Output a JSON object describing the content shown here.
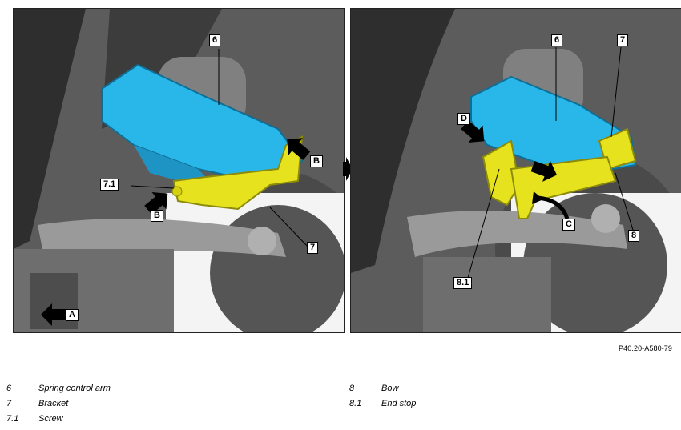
{
  "figure_code": "P40.20-A580-79",
  "callouts": {
    "left": {
      "c6": "6",
      "c71": "7.1",
      "cB1": "B",
      "cB2": "B",
      "c7": "7",
      "cA": "A"
    },
    "right": {
      "c6": "6",
      "c7": "7",
      "cD": "D",
      "cC": "C",
      "c8": "8",
      "c81": "8.1"
    }
  },
  "legend": {
    "left": [
      {
        "num": "6",
        "text": "Spring control arm"
      },
      {
        "num": "7",
        "text": "Bracket"
      },
      {
        "num": "7.1",
        "text": "Screw"
      }
    ],
    "right": [
      {
        "num": "8",
        "text": "Bow"
      },
      {
        "num": "8.1",
        "text": "End stop"
      }
    ]
  },
  "colors": {
    "spring_control_arm": "#29b6e8",
    "bracket_tool": "#e6e21e",
    "background_parts": "#6a6a6a"
  }
}
